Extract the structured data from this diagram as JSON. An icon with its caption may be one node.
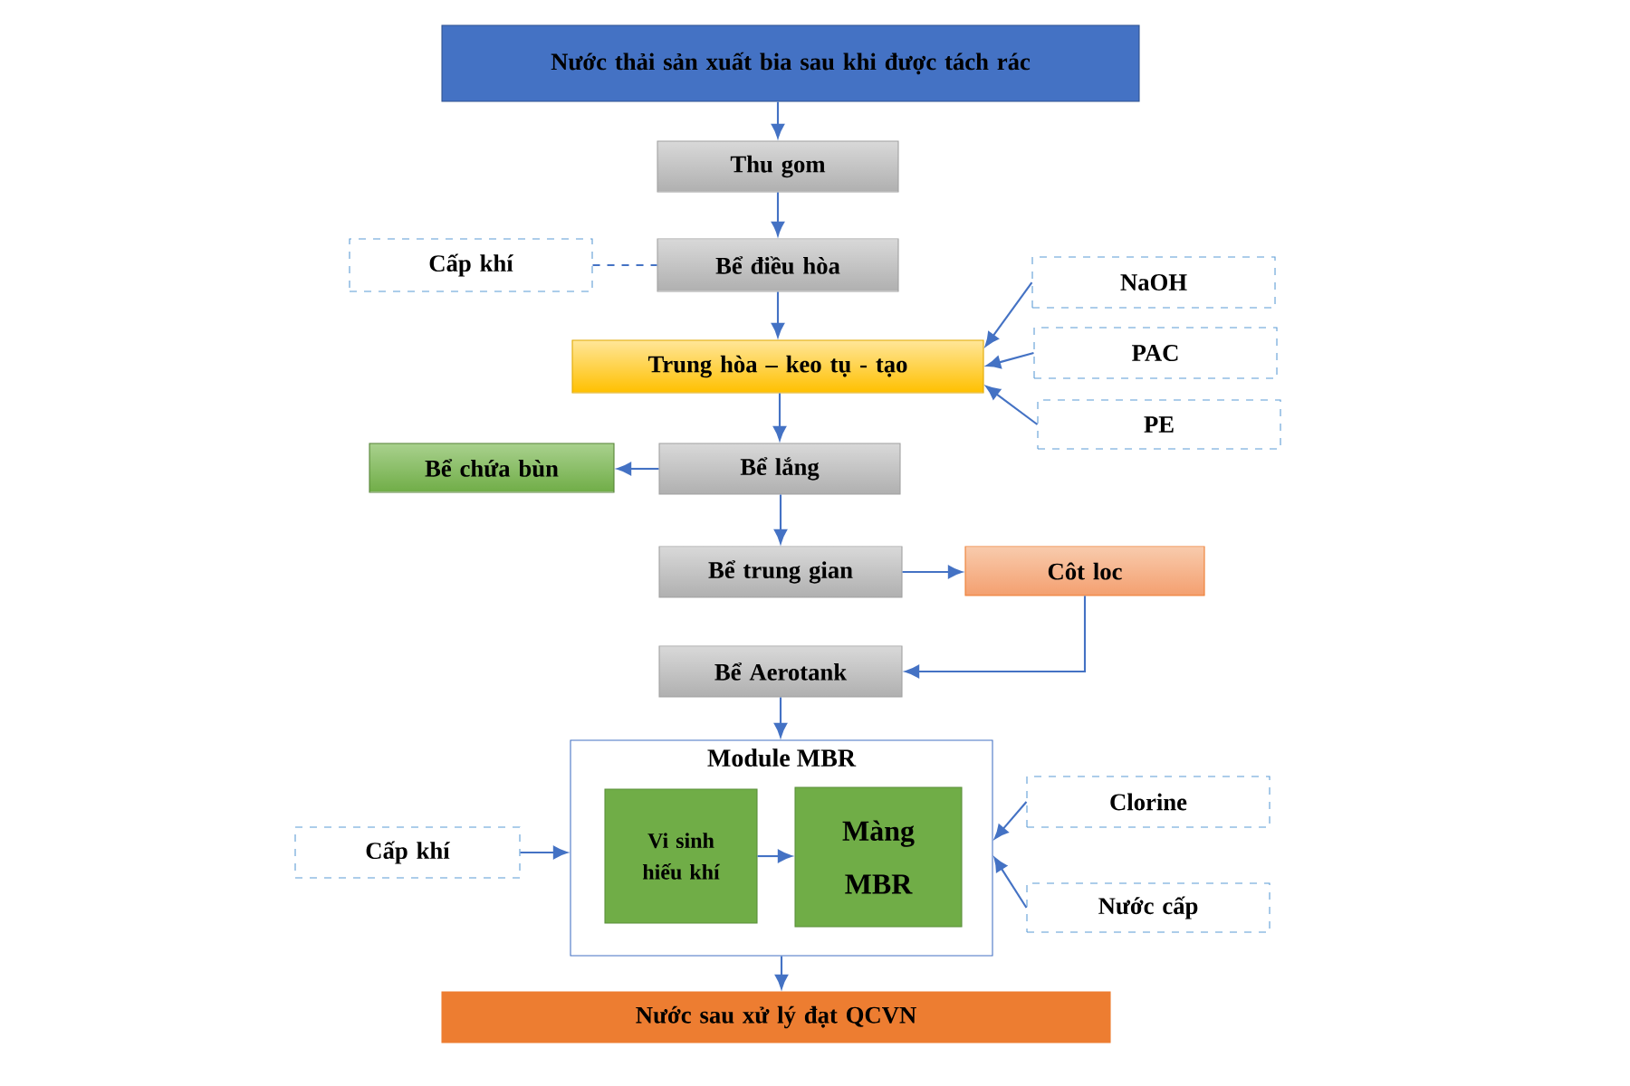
{
  "diagram": {
    "nodes": [
      {
        "text": [
          "Nước thải sản xuất bia sau khi được tách rác"
        ]
      },
      {
        "text": [
          "Thu gom"
        ]
      },
      {
        "text": [
          "Cấp khí"
        ]
      },
      {
        "text": [
          "Bể điều hòa"
        ]
      },
      {
        "text": [
          "NaOH"
        ]
      },
      {
        "text": [
          "Trung hòa – keo tụ - tạo"
        ]
      },
      {
        "text": [
          "PAC"
        ]
      },
      {
        "text": [
          "PE"
        ]
      },
      {
        "text": [
          "Bể chứa bùn"
        ]
      },
      {
        "text": [
          "Bể lắng"
        ]
      },
      {
        "text": [
          "Bể trung gian"
        ]
      },
      {
        "text": [
          "Côt loc"
        ]
      },
      {
        "text": [
          "Bể Aerotank"
        ]
      },
      {
        "text": [
          "Module MBR"
        ]
      },
      {
        "text": [
          "Cấp khí"
        ]
      },
      {
        "text": [
          "Vi sinh hiếu khí"
        ],
        "in": 13
      },
      {
        "text": [
          "Màng MBR"
        ],
        "in": 13
      },
      {
        "text": [
          "Clorine"
        ]
      },
      {
        "text": [
          "Nước cấp"
        ]
      },
      {
        "text": [
          "Nước sau xử lý đạt QCVN"
        ]
      }
    ],
    "edges": [
      {
        "from": 0,
        "to": 1,
        "arrow": "to"
      },
      {
        "from": 1,
        "to": 3,
        "arrow": "to"
      },
      {
        "from": 2,
        "to": 3,
        "arrow": "none",
        "style": "dashed"
      },
      {
        "from": 3,
        "to": 5,
        "arrow": "to"
      },
      {
        "from": 4,
        "to": 5,
        "arrow": "to"
      },
      {
        "from": 6,
        "to": 5,
        "arrow": "to"
      },
      {
        "from": 7,
        "to": 5,
        "arrow": "to"
      },
      {
        "from": 5,
        "to": 9,
        "arrow": "to"
      },
      {
        "from": 9,
        "to": 8,
        "arrow": "to"
      },
      {
        "from": 9,
        "to": 10,
        "arrow": "to"
      },
      {
        "from": 10,
        "to": 11,
        "arrow": "to"
      },
      {
        "from": 11,
        "to": 12,
        "arrow": "to"
      },
      {
        "from": 12,
        "to": 13,
        "arrow": "to"
      },
      {
        "from": 14,
        "to": 13,
        "arrow": "to"
      },
      {
        "from": 15,
        "to": 16,
        "arrow": "to"
      },
      {
        "from": 17,
        "to": 13,
        "arrow": "to"
      },
      {
        "from": 18,
        "to": 13,
        "arrow": "to"
      },
      {
        "from": 13,
        "to": 19,
        "arrow": "to"
      }
    ]
  }
}
